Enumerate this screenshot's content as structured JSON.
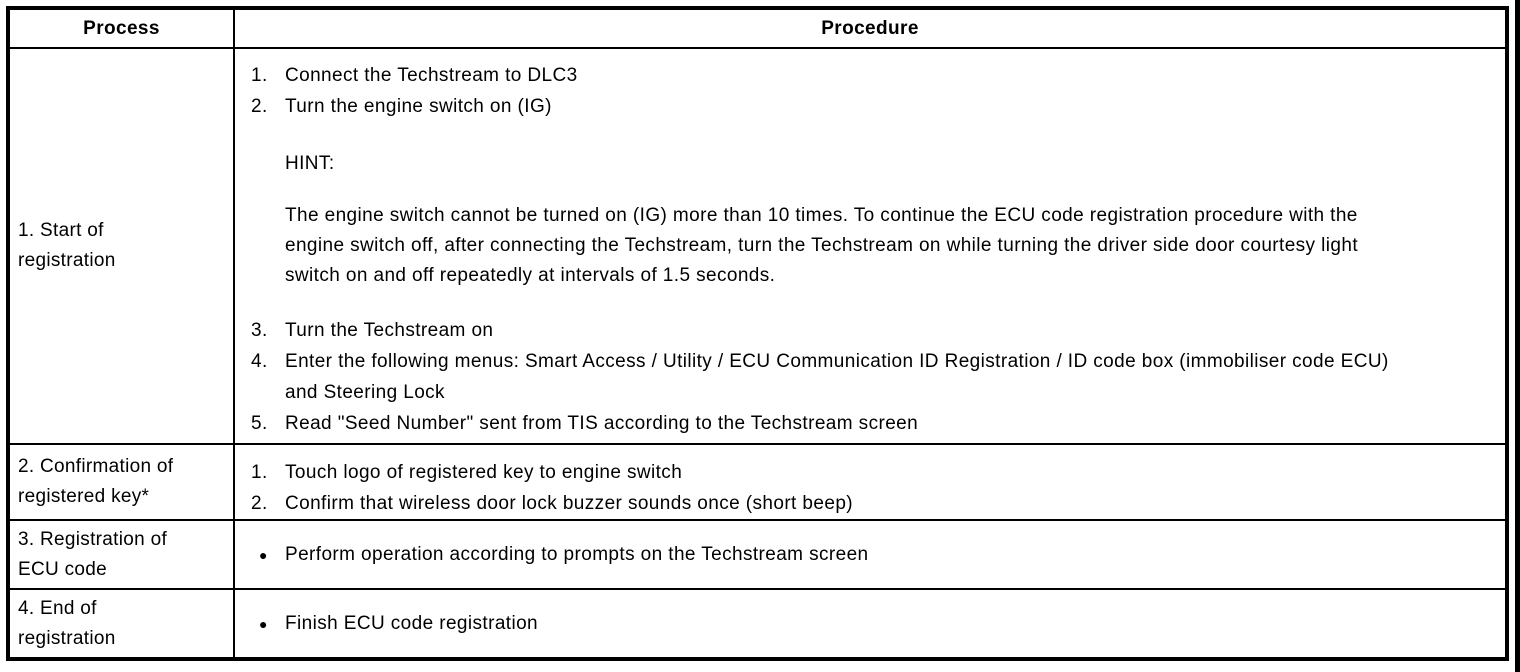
{
  "page": {
    "background": "#ffffff",
    "text_color": "#000000",
    "border_color": "#000000"
  },
  "table": {
    "headers": {
      "process": "Process",
      "procedure": "Procedure"
    },
    "rows": [
      {
        "process": "1. Start of\nregistration",
        "procedure": {
          "steps_a": [
            {
              "num": "1.",
              "text": "Connect the Techstream to DLC3"
            },
            {
              "num": "2.",
              "text": "Turn the engine switch on (IG)"
            }
          ],
          "hint_label": "HINT:",
          "hint_text": "The engine switch cannot be turned on (IG) more than 10 times. To continue the ECU code registration procedure with the engine switch off, after connecting the Techstream, turn the Techstream on while turning the driver side door courtesy light switch on and off repeatedly at intervals of 1.5 seconds.",
          "steps_b": [
            {
              "num": "3.",
              "text": "Turn the Techstream on"
            },
            {
              "num": "4.",
              "text": "Enter the following menus: Smart Access / Utility / ECU Communication ID Registration / ID code box (immobiliser code ECU) and Steering Lock"
            },
            {
              "num": "5.",
              "text": "Read \"Seed Number\" sent from TIS according to the Techstream screen"
            }
          ]
        }
      },
      {
        "process": "2. Confirmation of\nregistered key*",
        "procedure": {
          "steps": [
            {
              "num": "1.",
              "text": "Touch logo of registered key to engine switch"
            },
            {
              "num": "2.",
              "text": "Confirm that wireless door lock buzzer sounds once (short beep)"
            }
          ]
        }
      },
      {
        "process": "3. Registration of\nECU code",
        "procedure": {
          "bullet": "●",
          "text": "Perform operation according to prompts on the Techstream screen"
        }
      },
      {
        "process": "4. End of\nregistration",
        "procedure": {
          "bullet": "●",
          "text": "Finish ECU code registration"
        }
      }
    ]
  }
}
